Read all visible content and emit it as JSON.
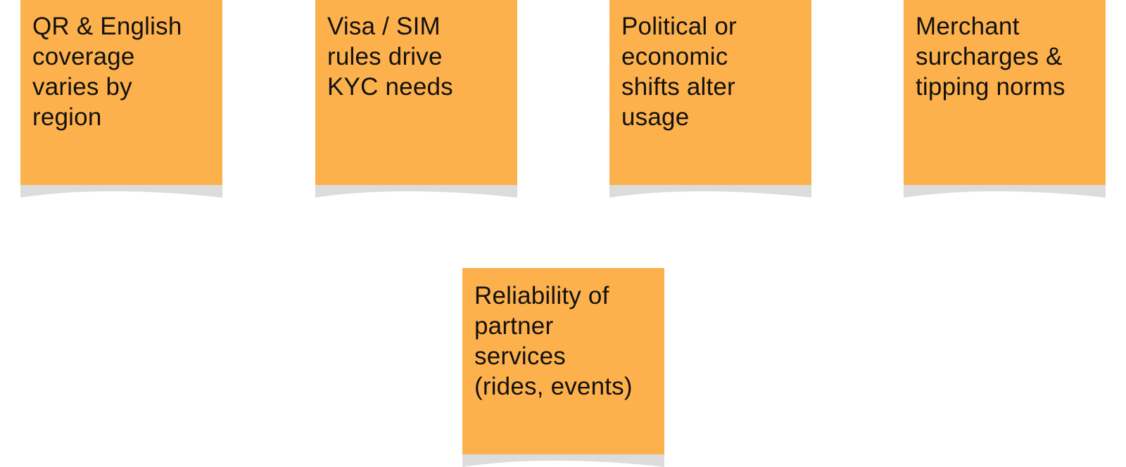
{
  "colors": {
    "sticky_fill": "#FDB14C",
    "sticky_curl": "#DCDCDC",
    "text": "#111111",
    "background": "#FFFFFF"
  },
  "notes": [
    {
      "text": "QR & English\ncoverage\nvaries by\nregion"
    },
    {
      "text": "Visa / SIM\nrules drive\nKYC needs"
    },
    {
      "text": "Political or\neconomic\nshifts alter\nusage"
    },
    {
      "text": "Merchant\nsurcharges &\ntipping norms"
    },
    {
      "text": "Reliability of\npartner\nservices\n(rides, events)"
    }
  ]
}
